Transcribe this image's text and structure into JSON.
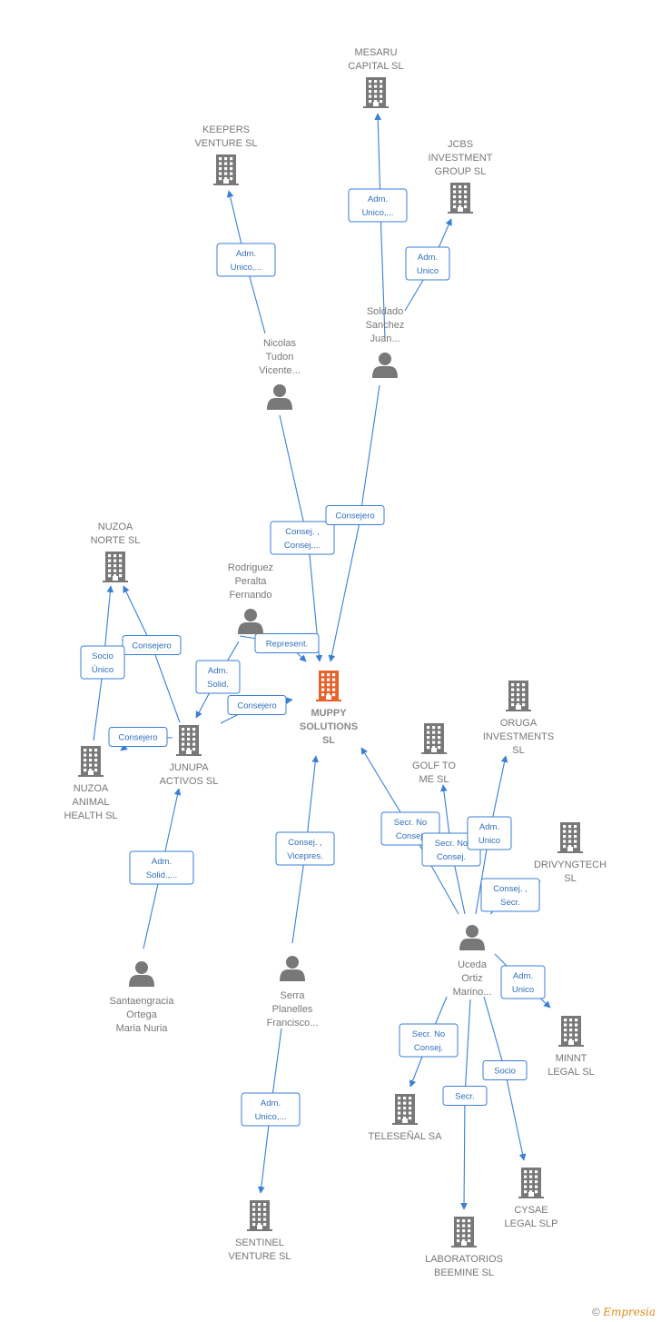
{
  "colors": {
    "edge": "#3a7fd5",
    "node": "#787878",
    "center": "#e8622c"
  },
  "center": {
    "name": "MUPPY SOLUTIONS SL",
    "lines": [
      "MUPPY",
      "SOLUTIONS",
      "SL"
    ],
    "icon": "building-icon"
  },
  "nodes": [
    {
      "id": "center",
      "type": "company",
      "icon": "building-icon",
      "lines": [
        "MUPPY",
        "SOLUTIONS",
        "SL"
      ]
    },
    {
      "id": "mesaru",
      "type": "company",
      "icon": "building-icon",
      "lines": [
        "MESARU",
        "CAPITAL  SL"
      ]
    },
    {
      "id": "keepers",
      "type": "company",
      "icon": "building-icon",
      "lines": [
        "KEEPERS",
        "VENTURE  SL"
      ]
    },
    {
      "id": "jcbs",
      "type": "company",
      "icon": "building-icon",
      "lines": [
        "JCBS",
        "INVESTMENT",
        "GROUP  SL"
      ]
    },
    {
      "id": "soldado",
      "type": "person",
      "icon": "person-icon",
      "lines": [
        "Soldado",
        "Sanchez",
        "Juan..."
      ]
    },
    {
      "id": "nicolas",
      "type": "person",
      "icon": "person-icon",
      "lines": [
        "Nicolas",
        "Tudon",
        "Vicente..."
      ]
    },
    {
      "id": "nuzoa_norte",
      "type": "company",
      "icon": "building-icon",
      "lines": [
        "NUZOA",
        "NORTE  SL"
      ]
    },
    {
      "id": "rodriguez",
      "type": "person",
      "icon": "person-icon",
      "lines": [
        "Rodriguez",
        "Peralta",
        "Fernando"
      ]
    },
    {
      "id": "nuzoa_animal",
      "type": "company",
      "icon": "building-icon",
      "lines": [
        "NUZOA",
        "ANIMAL",
        "HEALTH  SL"
      ]
    },
    {
      "id": "junupa",
      "type": "company",
      "icon": "building-icon",
      "lines": [
        "JUNUPA",
        "ACTIVOS  SL"
      ]
    },
    {
      "id": "oruga",
      "type": "company",
      "icon": "building-icon",
      "lines": [
        "ORUGA",
        "INVESTMENTS",
        "SL"
      ]
    },
    {
      "id": "golf",
      "type": "company",
      "icon": "building-icon",
      "lines": [
        "GOLF TO",
        "ME  SL"
      ]
    },
    {
      "id": "drivyng",
      "type": "company",
      "icon": "building-icon",
      "lines": [
        "DRIVYNGTECH",
        "SL"
      ]
    },
    {
      "id": "santaengracia",
      "type": "person",
      "icon": "person-icon",
      "lines": [
        "Santaengracia",
        "Ortega",
        "Maria Nuria"
      ]
    },
    {
      "id": "serra",
      "type": "person",
      "icon": "person-icon",
      "lines": [
        "Serra",
        "Planelles",
        "Francisco..."
      ]
    },
    {
      "id": "uceda",
      "type": "person",
      "icon": "person-icon",
      "lines": [
        "Uceda",
        "Ortiz",
        "Marino..."
      ]
    },
    {
      "id": "minnt",
      "type": "company",
      "icon": "building-icon",
      "lines": [
        "MINNT",
        "LEGAL  SL"
      ]
    },
    {
      "id": "teleseñal",
      "type": "company",
      "icon": "building-icon",
      "lines": [
        "TELESEÑAL SA"
      ]
    },
    {
      "id": "cysae",
      "type": "company",
      "icon": "building-icon",
      "lines": [
        "CYSAE",
        "LEGAL  SLP"
      ]
    },
    {
      "id": "sentinel",
      "type": "company",
      "icon": "building-icon",
      "lines": [
        "SENTINEL",
        "VENTURE  SL"
      ]
    },
    {
      "id": "laboratorios",
      "type": "company",
      "icon": "building-icon",
      "lines": [
        "LABORATORIOS",
        "BEEMINE  SL"
      ]
    }
  ],
  "edges": [
    {
      "from": "soldado",
      "to": "mesaru",
      "label": [
        "Adm.",
        "Unico,..."
      ]
    },
    {
      "from": "soldado",
      "to": "jcbs",
      "label": [
        "Adm.",
        "Unico"
      ]
    },
    {
      "from": "nicolas",
      "to": "keepers",
      "label": [
        "Adm.",
        "Unico,..."
      ]
    },
    {
      "from": "nicolas",
      "to": "center",
      "label": [
        "Consej. ,",
        "Consej...."
      ]
    },
    {
      "from": "soldado",
      "to": "center",
      "label": [
        "Consejero"
      ]
    },
    {
      "from": "rodriguez",
      "to": "center",
      "label": [
        "Represent."
      ]
    },
    {
      "from": "rodriguez",
      "to": "junupa",
      "label": [
        "Adm.",
        "Solid."
      ]
    },
    {
      "from": "junupa",
      "to": "center",
      "label": [
        "Consejero"
      ]
    },
    {
      "from": "junupa",
      "to": "nuzoa_norte",
      "label": [
        "Consejero"
      ]
    },
    {
      "from": "nuzoa_animal",
      "to": "nuzoa_norte",
      "label": [
        "Socio",
        "Único"
      ]
    },
    {
      "from": "junupa",
      "to": "nuzoa_animal",
      "label": [
        "Consejero"
      ]
    },
    {
      "from": "santaengracia",
      "to": "junupa",
      "label": [
        "Adm.",
        "Solid.,..."
      ]
    },
    {
      "from": "serra",
      "to": "center",
      "label": [
        "Consej. ,",
        "Vicepres."
      ]
    },
    {
      "from": "serra",
      "to": "sentinel",
      "label": [
        "Adm.",
        "Unico,..."
      ]
    },
    {
      "from": "uceda",
      "to": "center",
      "label": [
        "Secr.  No",
        "Consej."
      ]
    },
    {
      "from": "uceda",
      "to": "golf",
      "label": [
        "Secr.  No",
        "Consej."
      ]
    },
    {
      "from": "uceda",
      "to": "oruga",
      "label": [
        "Adm.",
        "Unico"
      ]
    },
    {
      "from": "uceda",
      "to": "drivyng",
      "label": [
        "Consej. ,",
        "Secr."
      ]
    },
    {
      "from": "uceda",
      "to": "minnt",
      "label": [
        "Adm.",
        "Unico"
      ]
    },
    {
      "from": "uceda",
      "to": "teleseñal",
      "label": [
        "Secr.  No",
        "Consej."
      ]
    },
    {
      "from": "uceda",
      "to": "cysae",
      "label": [
        "Socio"
      ]
    },
    {
      "from": "uceda",
      "to": "laboratorios",
      "label": [
        "Secr."
      ]
    }
  ],
  "brand": {
    "copyright": "©",
    "name": "Empresia"
  }
}
